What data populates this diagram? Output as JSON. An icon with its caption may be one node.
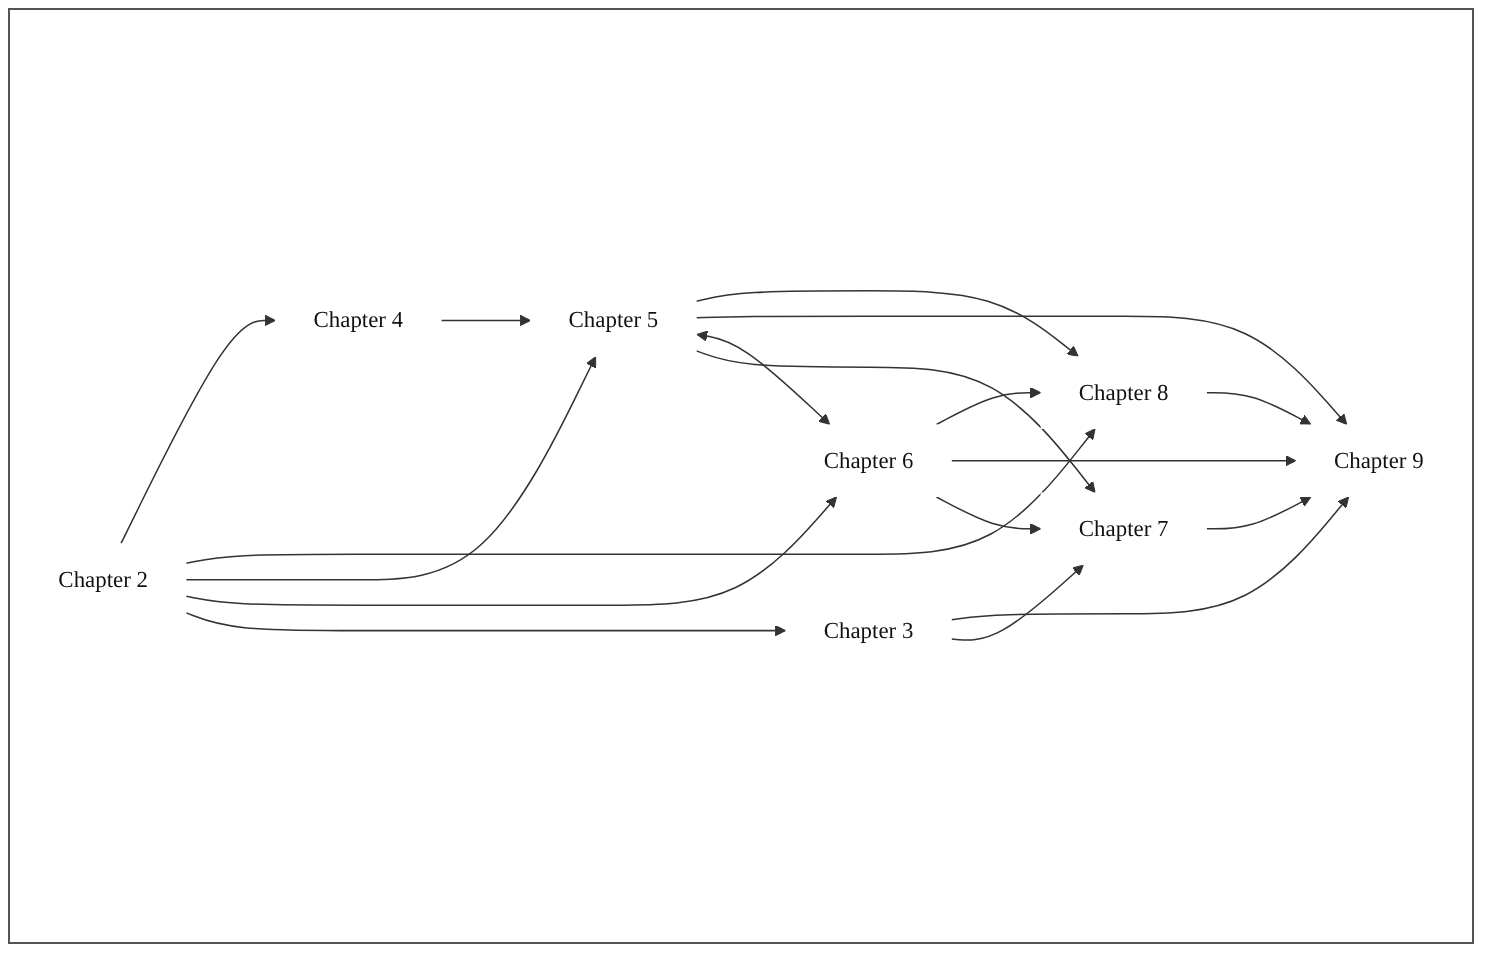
{
  "diagram": {
    "nodes": [
      {
        "text": [
          "Chapter 4"
        ]
      },
      {
        "text": [
          "Chapter 8"
        ]
      },
      {
        "text": [
          "Chapter 5"
        ]
      },
      {
        "text": [
          "Chapter 2"
        ]
      },
      {
        "text": [
          "Chapter 9"
        ]
      },
      {
        "text": [
          "Chapter 6"
        ]
      },
      {
        "text": [
          "Chapter 3"
        ]
      },
      {
        "text": [
          "Chapter 7"
        ]
      }
    ],
    "edges": [
      {
        "from": 3,
        "to": 0,
        "arrow": "to"
      },
      {
        "from": 3,
        "to": 1,
        "arrow": "to"
      },
      {
        "from": 3,
        "to": 2,
        "arrow": "to"
      },
      {
        "from": 3,
        "to": 5,
        "arrow": "to"
      },
      {
        "from": 3,
        "to": 6,
        "arrow": "to"
      },
      {
        "from": 0,
        "to": 2,
        "arrow": "to"
      },
      {
        "from": 2,
        "to": 1,
        "arrow": "to"
      },
      {
        "from": 2,
        "to": 4,
        "arrow": "to"
      },
      {
        "from": 2,
        "to": 5,
        "arrow": "both"
      },
      {
        "from": 2,
        "to": 7,
        "arrow": "to"
      },
      {
        "from": 5,
        "to": 1,
        "arrow": "to"
      },
      {
        "from": 5,
        "to": 4,
        "arrow": "to"
      },
      {
        "from": 5,
        "to": 7,
        "arrow": "to"
      },
      {
        "from": 6,
        "to": 4,
        "arrow": "to"
      },
      {
        "from": 6,
        "to": 7,
        "arrow": "to"
      },
      {
        "from": 1,
        "to": 4,
        "arrow": "to"
      },
      {
        "from": 7,
        "to": 4,
        "arrow": "to"
      }
    ]
  }
}
